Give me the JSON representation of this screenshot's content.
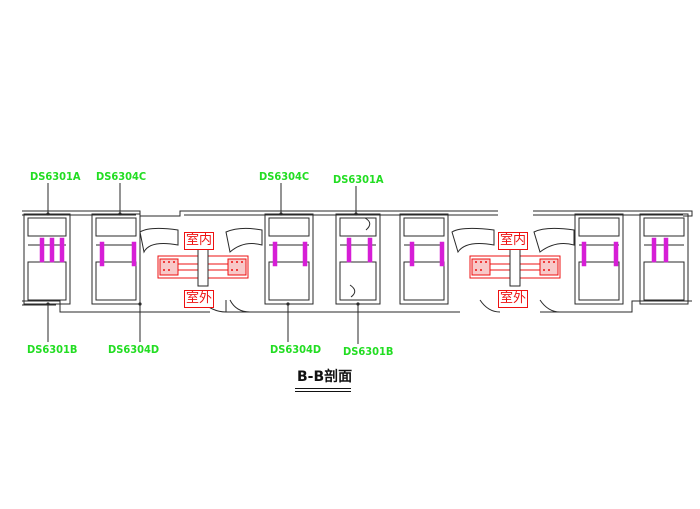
{
  "colors": {
    "label": "#22dd22",
    "outline": "#2a2a2a",
    "magenta": "#d61ed6",
    "red": "#ee1111",
    "title": "#111111"
  },
  "labels": {
    "top": [
      "DS6301A",
      "DS6304C",
      "DS6304C",
      "DS6301A"
    ],
    "bottom": [
      "DS6301B",
      "DS6304D",
      "DS6304D",
      "DS6301B"
    ]
  },
  "room_labels": {
    "inside": "室内",
    "outside": "室外"
  },
  "title": "B-B剖面"
}
